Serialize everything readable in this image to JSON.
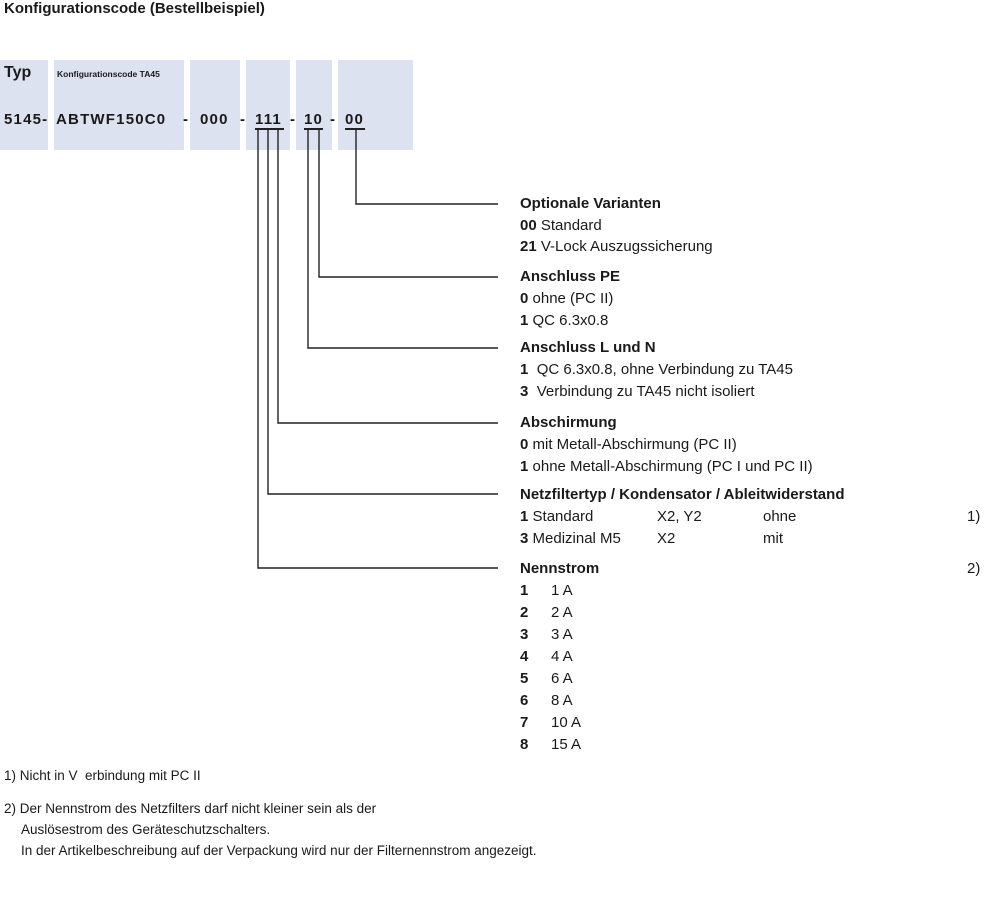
{
  "title": "Konfigurationscode (Bestellbeispiel)",
  "header": {
    "typ_label": "Typ",
    "config_label": "Konfigurationscode TA45",
    "code": {
      "part1": "5145-",
      "part2": "ABTWF150C0",
      "sep1": "-",
      "part3": "000",
      "sep2": "-",
      "part4": "111",
      "sep3": "-",
      "part5": "10",
      "sep4": "-",
      "part6": "00"
    }
  },
  "sections": {
    "optionale": {
      "heading": "Optionale Varianten",
      "options": [
        {
          "code": "00",
          "text": "Standard"
        },
        {
          "code": "21",
          "text": "V-Lock Auszugssicherung"
        }
      ]
    },
    "pe": {
      "heading": "Anschluss PE",
      "options": [
        {
          "code": "0",
          "text": "ohne (PC II)"
        },
        {
          "code": "1",
          "text": "QC 6.3x0.8"
        }
      ]
    },
    "ln": {
      "heading": "Anschluss L und N",
      "options": [
        {
          "code": "1",
          "text": "QC 6.3x0.8, ohne Verbindung zu TA45"
        },
        {
          "code": "3",
          "text": "Verbindung zu TA45 nicht isoliert"
        }
      ]
    },
    "abschirmung": {
      "heading": "Abschirmung",
      "options": [
        {
          "code": "0",
          "text": "mit Metall-Abschirmung (PC II)"
        },
        {
          "code": "1",
          "text": "ohne Metall-Abschirmung (PC I und PC II)"
        }
      ]
    },
    "netzfilter": {
      "heading": "Netzfiltertyp / Kondensator / Ableitwiderstand",
      "rows": [
        {
          "code": "1",
          "name": "Standard",
          "cap": "X2, Y2",
          "res": "ohne",
          "note": "1)"
        },
        {
          "code": "3",
          "name": "Medizinal M5",
          "cap": "X2",
          "res": "mit",
          "note": ""
        }
      ]
    },
    "nennstrom": {
      "heading": "Nennstrom",
      "note": "2)",
      "options": [
        {
          "code": "1",
          "text": "1 A"
        },
        {
          "code": "2",
          "text": "2 A"
        },
        {
          "code": "3",
          "text": "3 A"
        },
        {
          "code": "4",
          "text": "4 A"
        },
        {
          "code": "5",
          "text": "6 A"
        },
        {
          "code": "6",
          "text": "8 A"
        },
        {
          "code": "7",
          "text": "10 A"
        },
        {
          "code": "8",
          "text": "15 A"
        }
      ]
    }
  },
  "footnotes": {
    "fn1": "1) Nicht in V  erbindung mit PC II",
    "fn2_line1": "2) Der Nennstrom des Netzfilters darf nicht kleiner sein als der",
    "fn2_line2": "Auslösestrom des Geräteschutzschalters.",
    "fn2_line3": "In der Artikelbeschreibung auf der Verpackung wird nur der Filternennstrom angezeigt."
  },
  "colors": {
    "box_fill": "#dde2f0",
    "text": "#1a1a1a"
  }
}
